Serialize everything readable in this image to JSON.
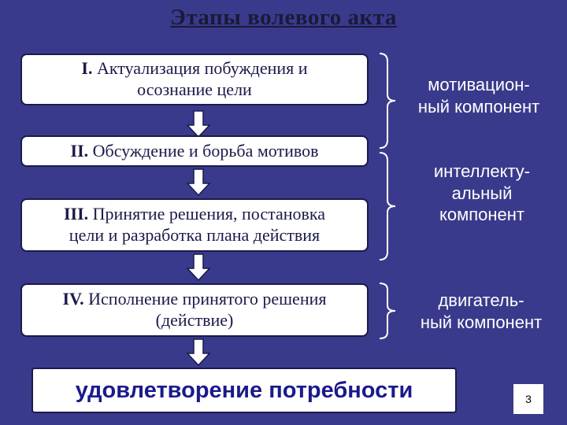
{
  "title": "Этапы волевого акта",
  "stages": [
    {
      "num": "I.",
      "text_line1": " Актуализация побуждения и",
      "text_line2": "осознание цели"
    },
    {
      "num": "II.",
      "text_line1": " Обсуждение и борьба мотивов",
      "text_line2": ""
    },
    {
      "num": "III.",
      "text_line1": " Принятие решения, постановка",
      "text_line2": "цели и разработка плана действия"
    },
    {
      "num": "IV.",
      "text_line1": " Исполнение принятого решения",
      "text_line2": "(действие)"
    }
  ],
  "components": [
    {
      "line1": "мотивацион-",
      "line2": "ный компонент",
      "line3": ""
    },
    {
      "line1": "интеллекту-",
      "line2": "альный",
      "line3": "компонент"
    },
    {
      "line1": "двигатель-",
      "line2": "ный компонент",
      "line3": ""
    }
  ],
  "result": "удовлетворение потребности",
  "page_number": "3",
  "colors": {
    "background": "#3a3a8c",
    "box": "#ffffff",
    "result_text": "#1a1a8c"
  }
}
